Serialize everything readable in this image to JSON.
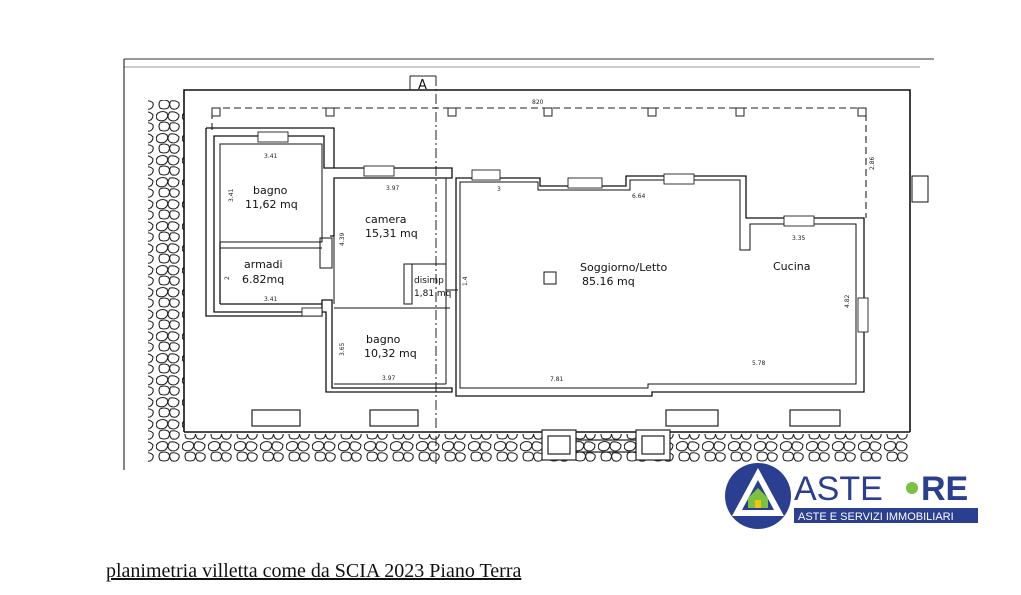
{
  "section_marker": "A",
  "rooms": {
    "bagno1": {
      "name": "bagno",
      "area": "11,62 mq"
    },
    "camera": {
      "name": "camera",
      "area": "15,31 mq"
    },
    "armadi": {
      "name": "armadi",
      "area": "6.82mq"
    },
    "disimp": {
      "name": "disimp",
      "area": "1,81 mq"
    },
    "bagno2": {
      "name": "bagno",
      "area": "10,32 mq"
    },
    "soggiorno": {
      "name": "Soggiorno/Letto",
      "area": "85.16 mq"
    },
    "cucina": {
      "name": "Cucina",
      "area": ""
    }
  },
  "dimensions": {
    "top_total": "820",
    "right_top": "2.86",
    "bagno1_width": "3.41",
    "bagno1_height": "3.41",
    "camera_width": "3.97",
    "camera_height": "4.39",
    "armadi_height": "2",
    "armadi_width": "3.41",
    "disimp_height": "1.4",
    "bagno2_height": "3.65",
    "bagno2_width": "3.97",
    "soggiorno_top_a": "3",
    "soggiorno_top_b": "6.64",
    "cucina_top": "3.35",
    "cucina_right": "4.82",
    "bottom_right": "5.78",
    "bottom_mid": "7.81"
  },
  "caption": "planimetria villetta come da SCIA 2023 Piano Terra",
  "logo": {
    "name_left": "ASTE",
    "name_right": "RE",
    "tagline": "ASTE E SERVIZI IMMOBILIARI",
    "colors": {
      "navy": "#2a3f8f",
      "green": "#7cc242",
      "yellow": "#f1c40f"
    }
  }
}
